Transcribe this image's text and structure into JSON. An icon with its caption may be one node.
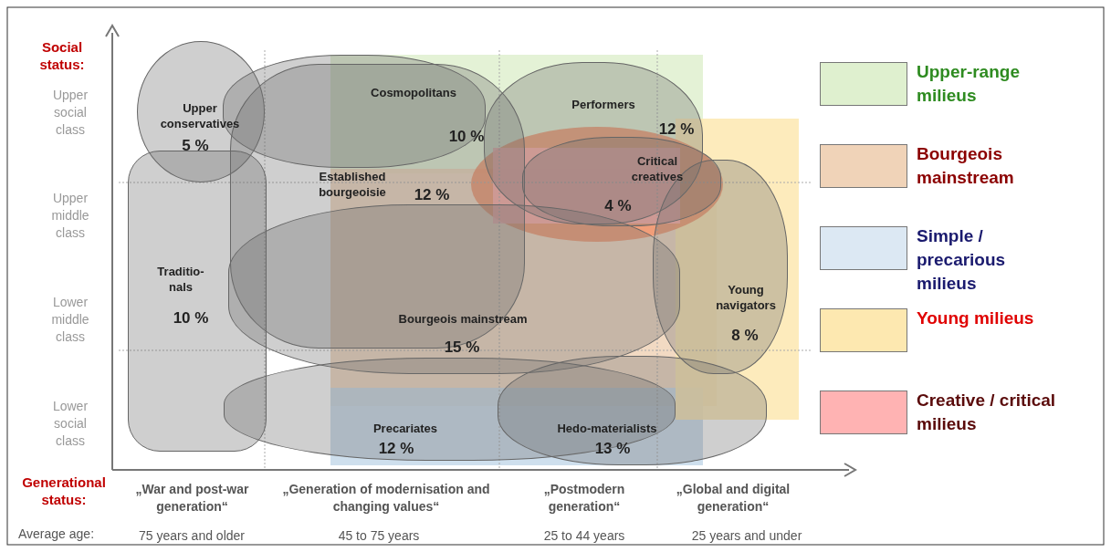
{
  "diagram": {
    "nodes": [
      {
        "text": [
          "Upper conservatives",
          "5 %"
        ]
      },
      {
        "text": [
          "Cosmopolitans",
          "10 %"
        ]
      },
      {
        "text": [
          "Performers",
          "12 %"
        ]
      },
      {
        "text": [
          "Established bourgeoisie",
          "12 %"
        ]
      },
      {
        "text": [
          "Critical creatives",
          "4 %"
        ]
      },
      {
        "text": [
          "Traditio- nals",
          "10 %"
        ]
      },
      {
        "text": [
          "Young navigators",
          "8 %"
        ]
      },
      {
        "text": [
          "Bourgeois mainstream",
          "15 %"
        ]
      },
      {
        "text": [
          "Precariates",
          "12 %"
        ]
      },
      {
        "text": [
          "Hedo-materialists",
          "13 %"
        ]
      }
    ],
    "edges": [],
    "labels": [
      "Social status:",
      "Upper social class",
      "Upper middle class",
      "Lower middle class",
      "Lower social class",
      "Generational status:",
      "„War and post-war generation“",
      "„Generation of modernisation and changing values“",
      "„Postmodern generation“",
      "„Global and digital generation“",
      "Average age:",
      "75 years and older",
      "45 to 75 years",
      "25 to 44 years",
      "25 years and under"
    ],
    "legend": [
      {
        "text": "Upper-range milieus",
        "color": "#dff0cf"
      },
      {
        "text": "Bourgeois mainstream",
        "color": "#f0d3b8"
      },
      {
        "text": "Simple / precarious milieus",
        "color": "#dce8f3"
      },
      {
        "text": "Young milieus",
        "color": "#fde8b0"
      },
      {
        "text": "Creative / critical milieus",
        "color": "#ffb3b3"
      }
    ]
  }
}
